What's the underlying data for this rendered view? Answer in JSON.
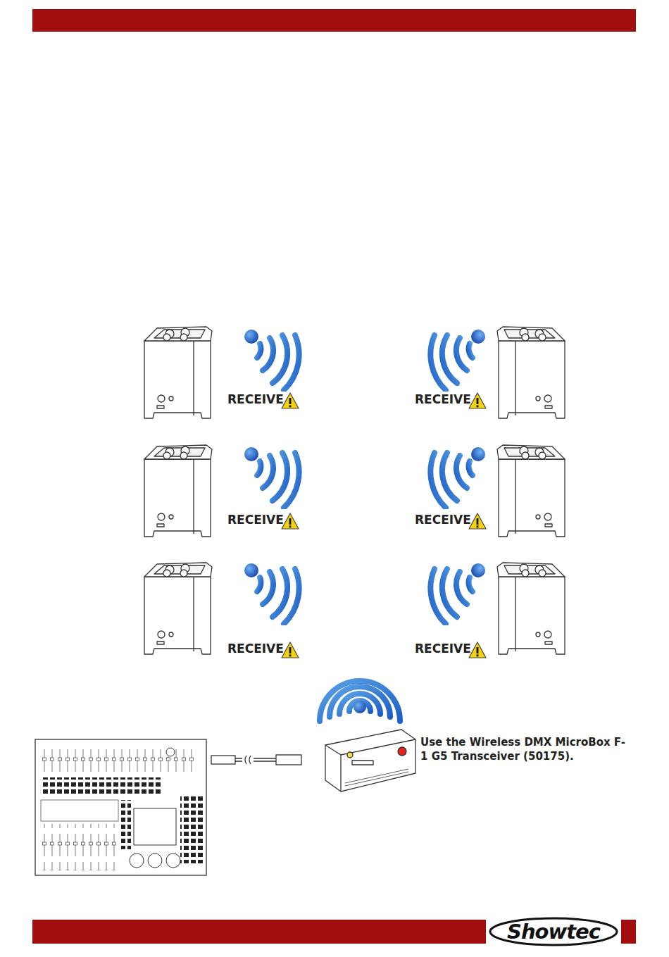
{
  "diagram": {
    "labels": [
      "RECEIVE",
      "RECEIVE",
      "RECEIVE",
      "RECEIVE",
      "RECEIVE",
      "RECEIVE",
      "Use the Wireless DMX MicroBox F-1 G5 Transceiver (50175).",
      "Showtec"
    ]
  }
}
